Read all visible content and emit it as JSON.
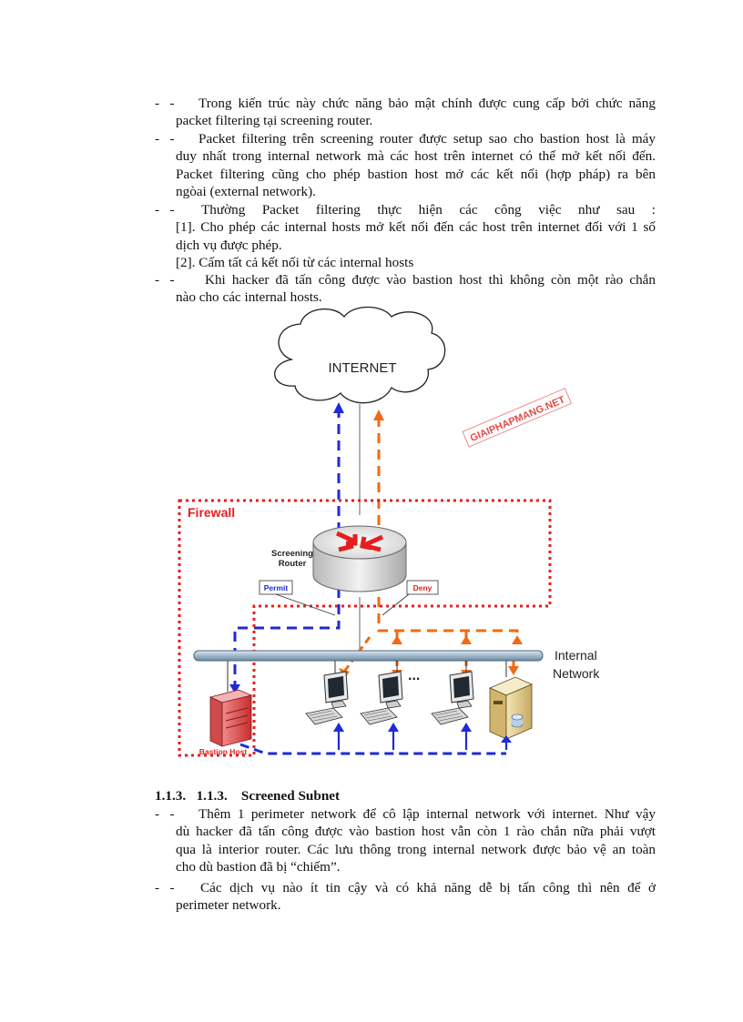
{
  "bullets_top": [
    {
      "marker": "-   -",
      "lines": [
        "Trong kiến trúc này chức năng bảo mật chính được cung cấp bởi chức năng",
        "packet filtering tại screening router."
      ]
    },
    {
      "marker": "-   -",
      "lines": [
        "Packet filtering trên screening router được setup sao cho bastion host là máy",
        "duy nhất trong internal network mà các host trên internet có thể mở kết nối đến.",
        "Packet filtering cũng cho phép bastion host mở các kết nối (hợp pháp) ra bên",
        "ngòai (external network)."
      ]
    },
    {
      "marker": "-   -",
      "lines": [
        "Thường Packet filtering thực hiện các công việc như sau :",
        "[1]. Cho phép các internal hosts mở kết nối đến các host trên internet đối với 1 số"
      ],
      "justified_words": [
        "dịch",
        "vụ",
        "được",
        "phép."
      ],
      "extra_line": "[2]. Cấm tất cả kết nối từ các internal hosts"
    },
    {
      "marker": "-   -",
      "lines": [
        "Khi hacker đã tấn công được vào bastion host thì không còn một rào chắn",
        "nào cho các internal hosts."
      ]
    }
  ],
  "diagram": {
    "internet_label": "INTERNET",
    "watermark": "GIAIPHAPMANG.NET",
    "firewall_label": "Firewall",
    "router_label_1": "Screening",
    "router_label_2": "Router",
    "permit_label": "Permit",
    "deny_label": "Deny",
    "network_label_1": "Internal",
    "network_label_2": "Network",
    "ellipsis": "...",
    "bastion_label": "Bastion Host",
    "colors": {
      "firewall": "#e32020",
      "permit": "#1f2ad6",
      "deny": "#f06a14",
      "bus": "#9fb8cc"
    }
  },
  "section_heading": "1.1.3.   1.1.3.    Screened Subnet",
  "bullets_bottom": [
    {
      "marker": "-   -",
      "lines": [
        "Thêm 1 perimeter network để cô lập internal network với internet. Như vậy",
        "dù hacker đã tấn công được vào bastion host vẫn còn 1 rào chắn nữa phải vượt",
        "qua là interior router. Các lưu thông trong internal network được bảo vệ an toàn",
        "cho dù bastion đã bị “chiếm”."
      ]
    },
    {
      "marker": "-   -",
      "lines": [
        "Các dịch vụ nào ít tin cậy và có khả năng dễ bị tấn công thì nên để ở",
        "perimeter network."
      ]
    }
  ]
}
